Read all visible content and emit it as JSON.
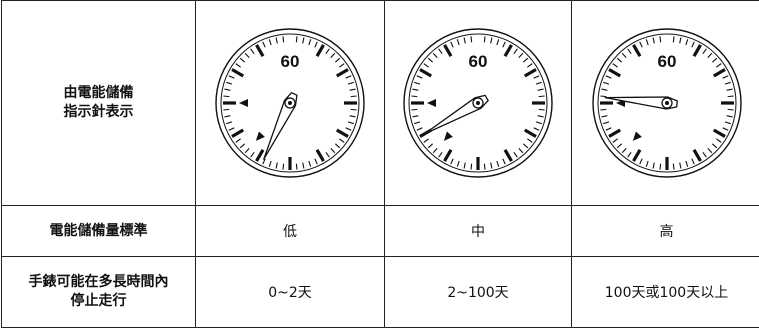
{
  "row_labels": {
    "indicator": "由電能儲備\n指示針表示",
    "level": "電能儲備量標準",
    "duration": "手錶可能在多長時間內\n停止走行"
  },
  "columns": [
    {
      "level": "低",
      "duration": "0~2天",
      "dial_number": "60",
      "needle": "low",
      "hand_angle_deg": 205
    },
    {
      "level": "中",
      "duration": "2~100天",
      "dial_number": "60",
      "needle": "mid",
      "hand_angle_deg": 240
    },
    {
      "level": "高",
      "duration": "100天或100天以上",
      "dial_number": "60",
      "needle": "high",
      "hand_angle_deg": 275
    }
  ],
  "icons": {
    "gauge": "power-reserve-dial-icon",
    "marker": "triangle-marker-icon"
  }
}
